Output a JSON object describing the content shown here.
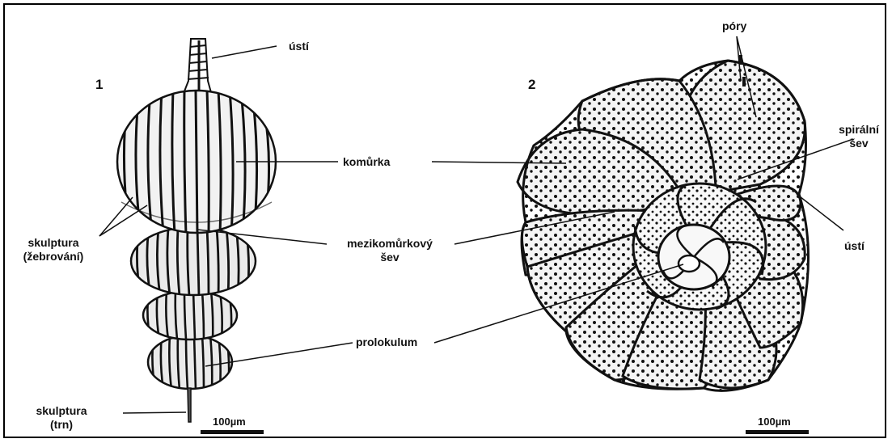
{
  "figure": {
    "panel1_number": "1",
    "panel2_number": "2"
  },
  "labels": {
    "usti_top": "ústí",
    "komurka": "komůrka",
    "skulptura_rib_line1": "skulptura",
    "skulptura_rib_line2": "(žebrování)",
    "mezikomurkovy_line1": "mezikomůrkový",
    "mezikomurkovy_line2": "šev",
    "prolokulum": "prolokulum",
    "skulptura_thorn_line1": "skulptura",
    "skulptura_thorn_line2": "(trn)",
    "pory": "póry",
    "spiralni_line1": "spirální",
    "spiralni_line2": "šev",
    "usti_right": "ústí"
  },
  "scale_bars": {
    "left": "100µm",
    "right": "100µm"
  }
}
